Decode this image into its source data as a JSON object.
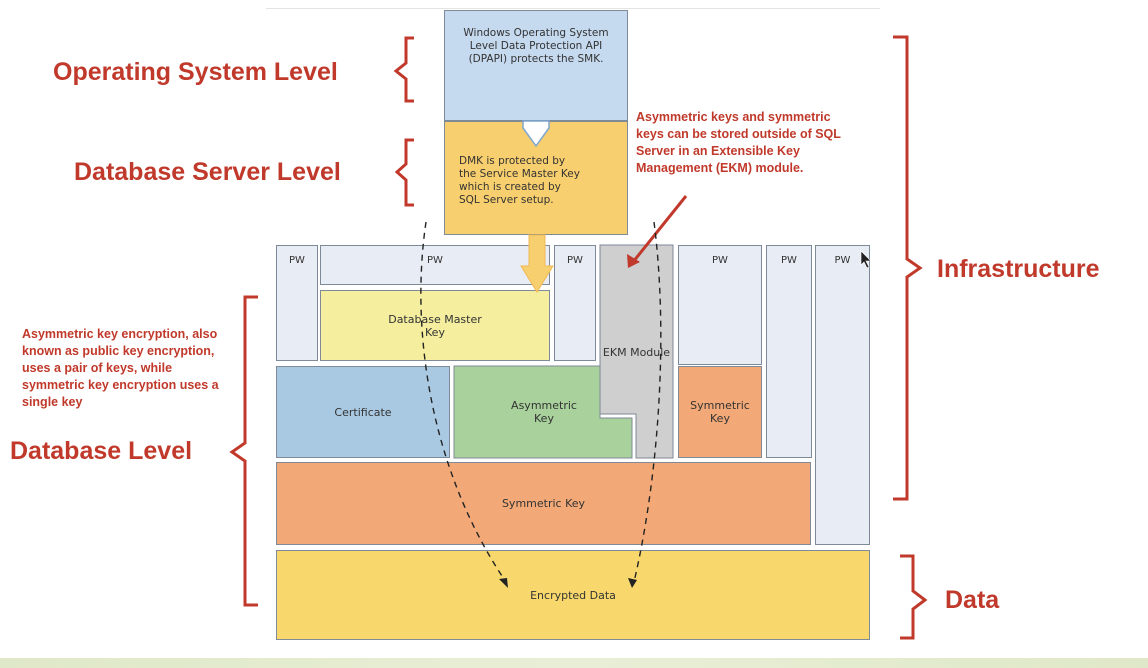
{
  "levels": {
    "os": "Operating System Level",
    "server": "Database Server Level",
    "database": "Database Level",
    "infrastructure": "Infrastructure",
    "data": "Data"
  },
  "notes": {
    "ekm": "Asymmetric keys and symmetric keys can be stored outside of SQL Server in an Extensible Key Management (EKM) module.",
    "asymmetric": "Asymmetric key encryption, also known as public key encryption, uses a pair of keys, while symmetric key encryption uses a single key"
  },
  "diagram": {
    "os_box": "Windows Operating System Level Data Protection API (DPAPI) protects the SMK.",
    "server_box": "DMK is protected by the Service Master Key which is created by SQL Server setup.",
    "pw": "PW",
    "database_master_key": "Database Master Key",
    "ekm_module": "EKM Module",
    "certificate": "Certificate",
    "asymmetric_key": "Asymmetric Key",
    "symmetric_key_small": "Symmetric Key",
    "symmetric_key": "Symmetric Key",
    "encrypted_data": "Encrypted Data"
  },
  "colors": {
    "accent_red": "#c0392b",
    "os_blue": "#c5d9ef",
    "server_yellow": "#f8cf6e",
    "dmk_yellow": "#f4ee9e",
    "certificate_blue": "#a9c9e3",
    "asymmetric_green": "#a8d19b",
    "ekm_gray": "#cfcfcf",
    "symmetric_orange": "#f3a977",
    "data_yellow": "#f8d86c",
    "pw_gray": "#e8ecf4"
  }
}
